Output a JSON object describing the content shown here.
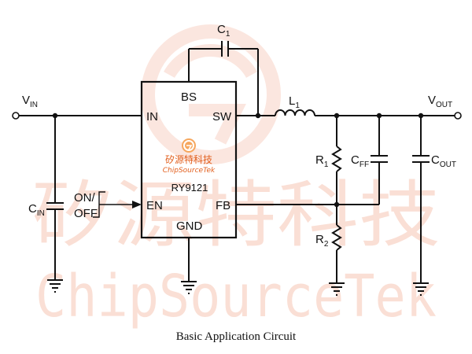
{
  "chip": {
    "part_number": "RY9121",
    "logo_cn": "矽源特科技",
    "logo_en": "ChipSourceTek",
    "pins": {
      "bs": "BS",
      "in": "IN",
      "sw": "SW",
      "en": "EN",
      "fb": "FB",
      "gnd": "GND"
    }
  },
  "components": {
    "c1": {
      "main": "C",
      "sub": "1"
    },
    "l1": {
      "main": "L",
      "sub": "1"
    },
    "r1": {
      "main": "R",
      "sub": "1"
    },
    "r2": {
      "main": "R",
      "sub": "2"
    },
    "cff": {
      "main": "C",
      "sub": "FF"
    },
    "cout": {
      "main": "C",
      "sub": "OUT"
    },
    "cin": {
      "main": "C",
      "sub": "IN"
    }
  },
  "nets": {
    "vin": {
      "main": "V",
      "sub": "IN"
    },
    "vout": {
      "main": "V",
      "sub": "OUT"
    },
    "on_off_top": "ON/",
    "on_off_bottom": "OFF"
  },
  "watermark": {
    "cn": "矽源特科技",
    "en": "ChipSourceTek"
  },
  "caption": "Basic Application Circuit",
  "colors": {
    "watermark": "#f4b9a4",
    "logo": "#e2601f",
    "ink": "#111111"
  }
}
